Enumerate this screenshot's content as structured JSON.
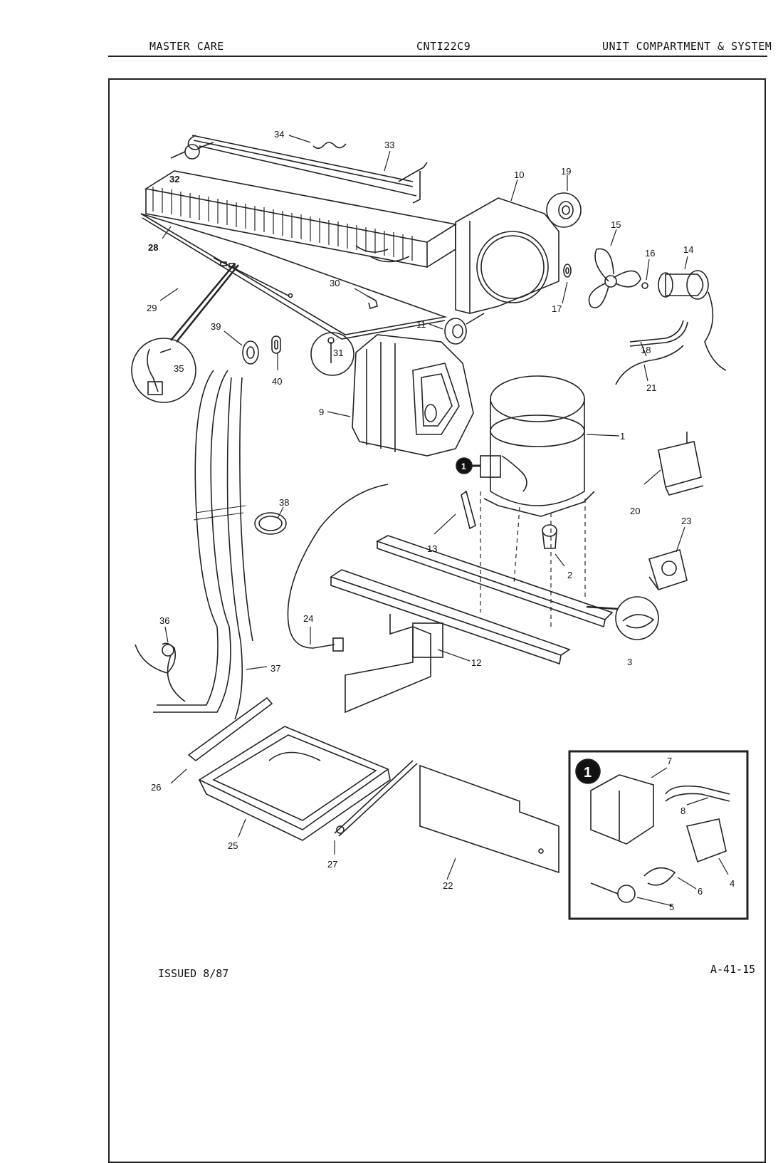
{
  "header": {
    "left": "MASTER CARE",
    "center": "CNTI22C9",
    "right": "UNIT COMPARTMENT & SYSTEM"
  },
  "footer": {
    "issued": "ISSUED 8/87",
    "page_code": "A-41-15"
  },
  "diagram": {
    "callouts": [
      "1",
      "2",
      "3",
      "4",
      "5",
      "6",
      "7",
      "8",
      "9",
      "10",
      "11",
      "12",
      "13",
      "14",
      "15",
      "16",
      "17",
      "18",
      "19",
      "20",
      "21",
      "22",
      "23",
      "24",
      "25",
      "26",
      "27",
      "28",
      "29",
      "30",
      "31",
      "32",
      "33",
      "34",
      "35",
      "36",
      "37",
      "38",
      "39",
      "40"
    ],
    "inset_marker": "1"
  }
}
